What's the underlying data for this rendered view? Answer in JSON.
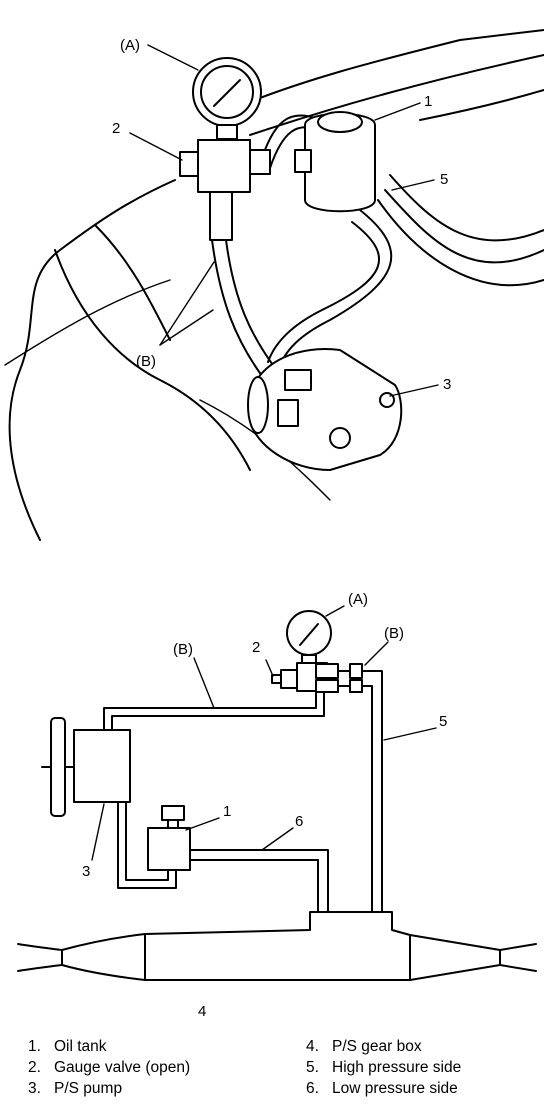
{
  "callouts": {
    "gauge": "(A)",
    "hose": "(B)",
    "oil_tank": "1",
    "gauge_valve": "2",
    "pump": "3",
    "gear_box": "4",
    "high_pressure": "5",
    "low_pressure": "6"
  },
  "legend": [
    {
      "num": "1.",
      "text": "Oil tank"
    },
    {
      "num": "2.",
      "text": "Gauge valve (open)"
    },
    {
      "num": "3.",
      "text": "P/S pump"
    },
    {
      "num": "4.",
      "text": "P/S gear box"
    },
    {
      "num": "5.",
      "text": "High pressure side"
    },
    {
      "num": "6.",
      "text": "Low pressure side"
    }
  ]
}
